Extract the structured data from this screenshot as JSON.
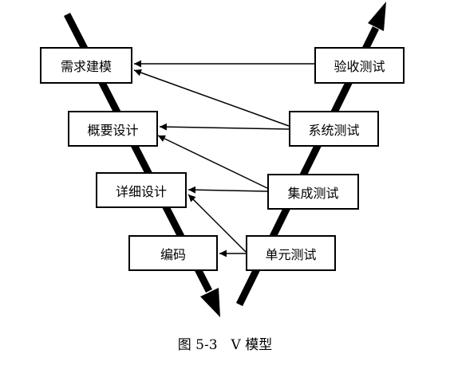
{
  "diagram": {
    "left_boxes": [
      "需求建模",
      "概要设计",
      "详细设计",
      "编码"
    ],
    "right_boxes": [
      "验收测试",
      "系统测试",
      "集成测试",
      "单元测试"
    ],
    "caption": "图 5-3　V 模型"
  },
  "colors": {
    "line": "#000000",
    "box_fill": "#ffffff",
    "text": "#000000"
  }
}
